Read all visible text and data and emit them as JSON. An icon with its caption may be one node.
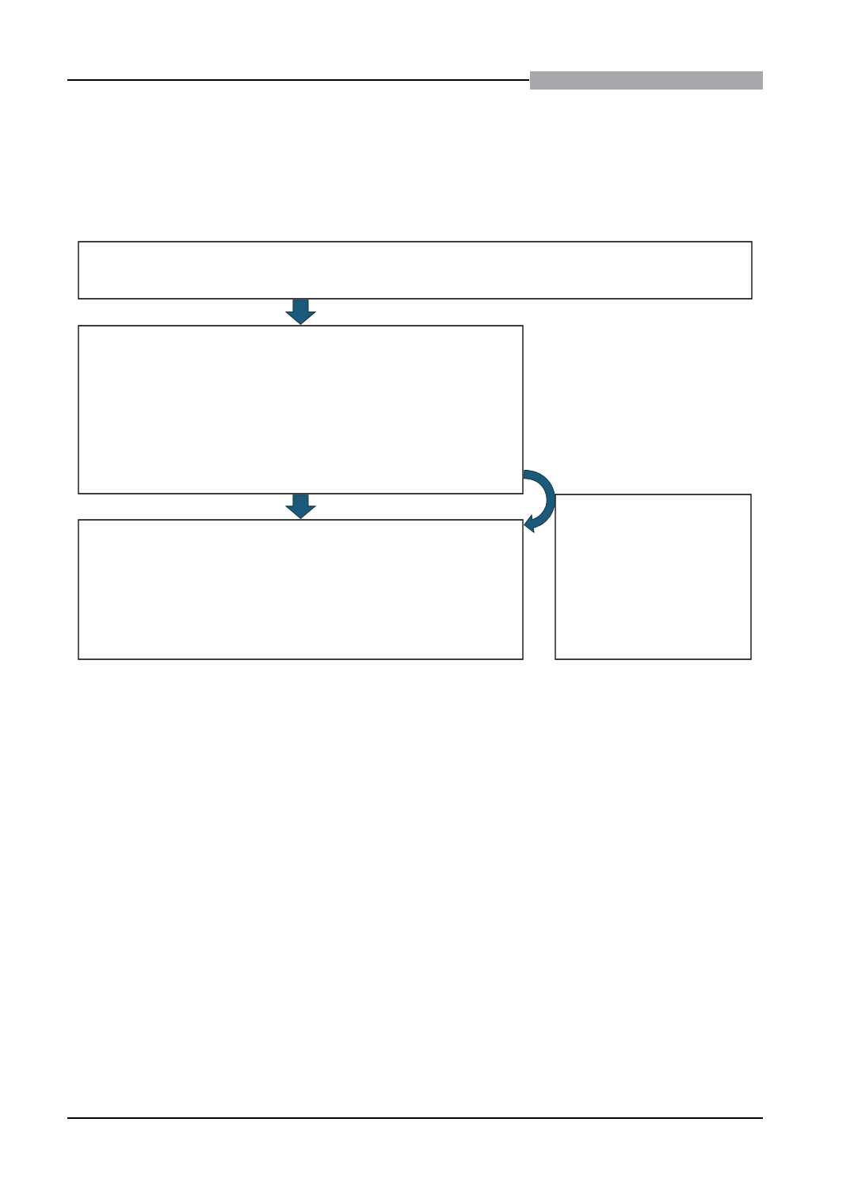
{
  "diagram": {
    "nodes": [
      {
        "text": [],
        "shape": "box"
      },
      {
        "text": [],
        "shape": "box"
      },
      {
        "text": [],
        "shape": "box"
      },
      {
        "text": [],
        "shape": "box"
      }
    ],
    "edges": [
      {
        "from": 0,
        "to": 1,
        "arrow": "to"
      },
      {
        "from": 1,
        "to": 2,
        "arrow": "to"
      },
      {
        "from": 1,
        "to": 2,
        "arrow": "to"
      }
    ]
  }
}
